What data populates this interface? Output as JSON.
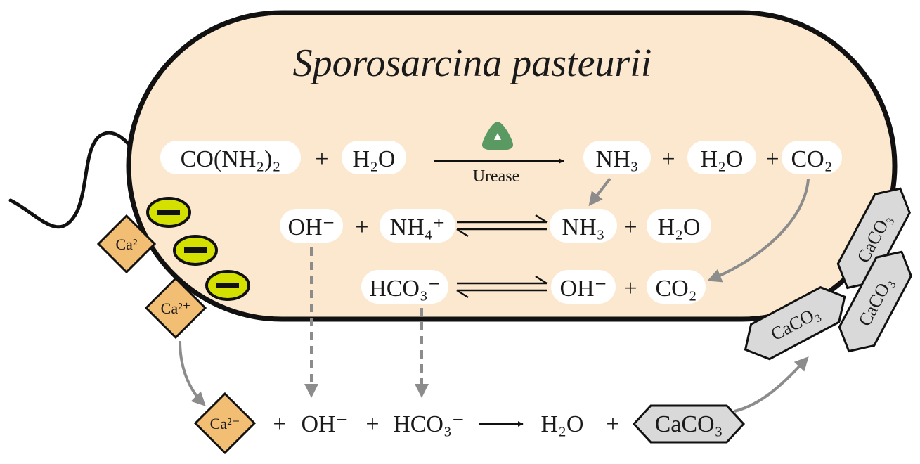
{
  "title": "Sporosarcina pasteurii",
  "enzyme_label": "Urease",
  "colors": {
    "cell_fill": "#fbe8cf",
    "cell_stroke": "#111111",
    "pill_fill": "#ffffff",
    "arrow_gray": "#8c8c8c",
    "calcium_fill": "#f2be74",
    "negative_charge_fill": "#d4e000",
    "crystal_fill": "#d9d9d9",
    "urease_icon": "#5a9a62"
  },
  "icons": {
    "urease": "urease-enzyme-icon",
    "negative_charge": "negative-charge-icon",
    "flagellum": "flagellum-icon"
  },
  "reaction1": {
    "urea": "CO(NH₂)₂",
    "plus1": "+",
    "water": "H₂O",
    "ammonia": "NH₃",
    "plus2": "+",
    "water2": "H₂O",
    "plus3": "+",
    "co2": "CO₂"
  },
  "reaction2": {
    "hydroxide": "OH⁻",
    "plus1": "+",
    "ammonium": "NH₄⁺",
    "ammonia": "NH₃",
    "plus2": "+",
    "water": "H₂O"
  },
  "reaction3": {
    "bicarbonate": "HCO₃⁻",
    "hydroxide": "OH⁻",
    "plus": "+",
    "co2": "CO₂"
  },
  "calcium_ions": [
    "Ca²",
    "Ca²⁺",
    "Ca²⁻"
  ],
  "bottom_reaction": {
    "plus1": "+",
    "hydroxide": "OH⁻",
    "plus2": "+",
    "bicarbonate": "HCO₃⁻",
    "water": "H₂O",
    "plus3": "+",
    "calcium_carbonate": "CaCO₃"
  },
  "crystals": [
    "CaCO₃",
    "CaCO₃",
    "CaCO₃",
    "CaCO₃"
  ]
}
